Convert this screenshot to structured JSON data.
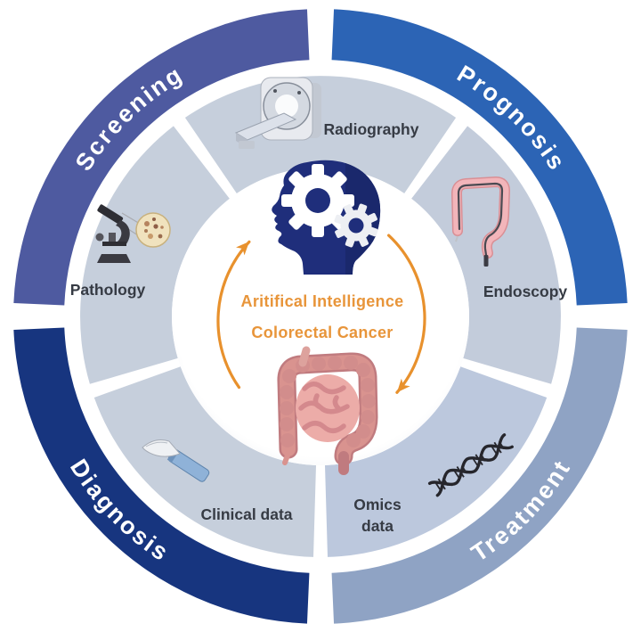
{
  "figure_type": "circular-cycle-diagram",
  "center": {
    "title_line1": "Aritifical Intelligence",
    "title_line2": "Colorectal Cancer",
    "title_color": "#E8953A",
    "arrow_color": "#E8912D",
    "head_icon": "head-with-gears-icon",
    "intestine_icon": "intestine-icon",
    "head_color": "#1F2E7B",
    "intestine_color": "#D9938F"
  },
  "outer_ring": {
    "label_color": "#FFFFFF",
    "segments": [
      {
        "label": "Screening",
        "color": "#4E5AA0",
        "position": "top-left"
      },
      {
        "label": "Prognosis",
        "color": "#2C64B5",
        "position": "top-right"
      },
      {
        "label": "Diagnosis",
        "color": "#17357F",
        "position": "bottom-left"
      },
      {
        "label": "Treatment",
        "color": "#8FA3C4",
        "position": "bottom-right"
      }
    ]
  },
  "inner_ring": {
    "label_color": "#363B44",
    "segments": [
      {
        "label": "Radiography",
        "icon": "ct-scanner-icon",
        "color": "#C6CFDC",
        "position": "top"
      },
      {
        "label": "Endoscopy",
        "icon": "colon-endoscope-icon",
        "color": "#C3CCDB",
        "position": "right"
      },
      {
        "label": "Omics data",
        "label_lines": [
          "Omics",
          "data"
        ],
        "icon": "dna-icon",
        "color": "#BCC8DD",
        "position": "bottom-right"
      },
      {
        "label": "Clinical data",
        "icon": "scalpel-icon",
        "color": "#C6CFDC",
        "position": "bottom-left"
      },
      {
        "label": "Pathology",
        "icon": "microscope-icon",
        "color": "#C6CFDC",
        "position": "left"
      }
    ]
  }
}
